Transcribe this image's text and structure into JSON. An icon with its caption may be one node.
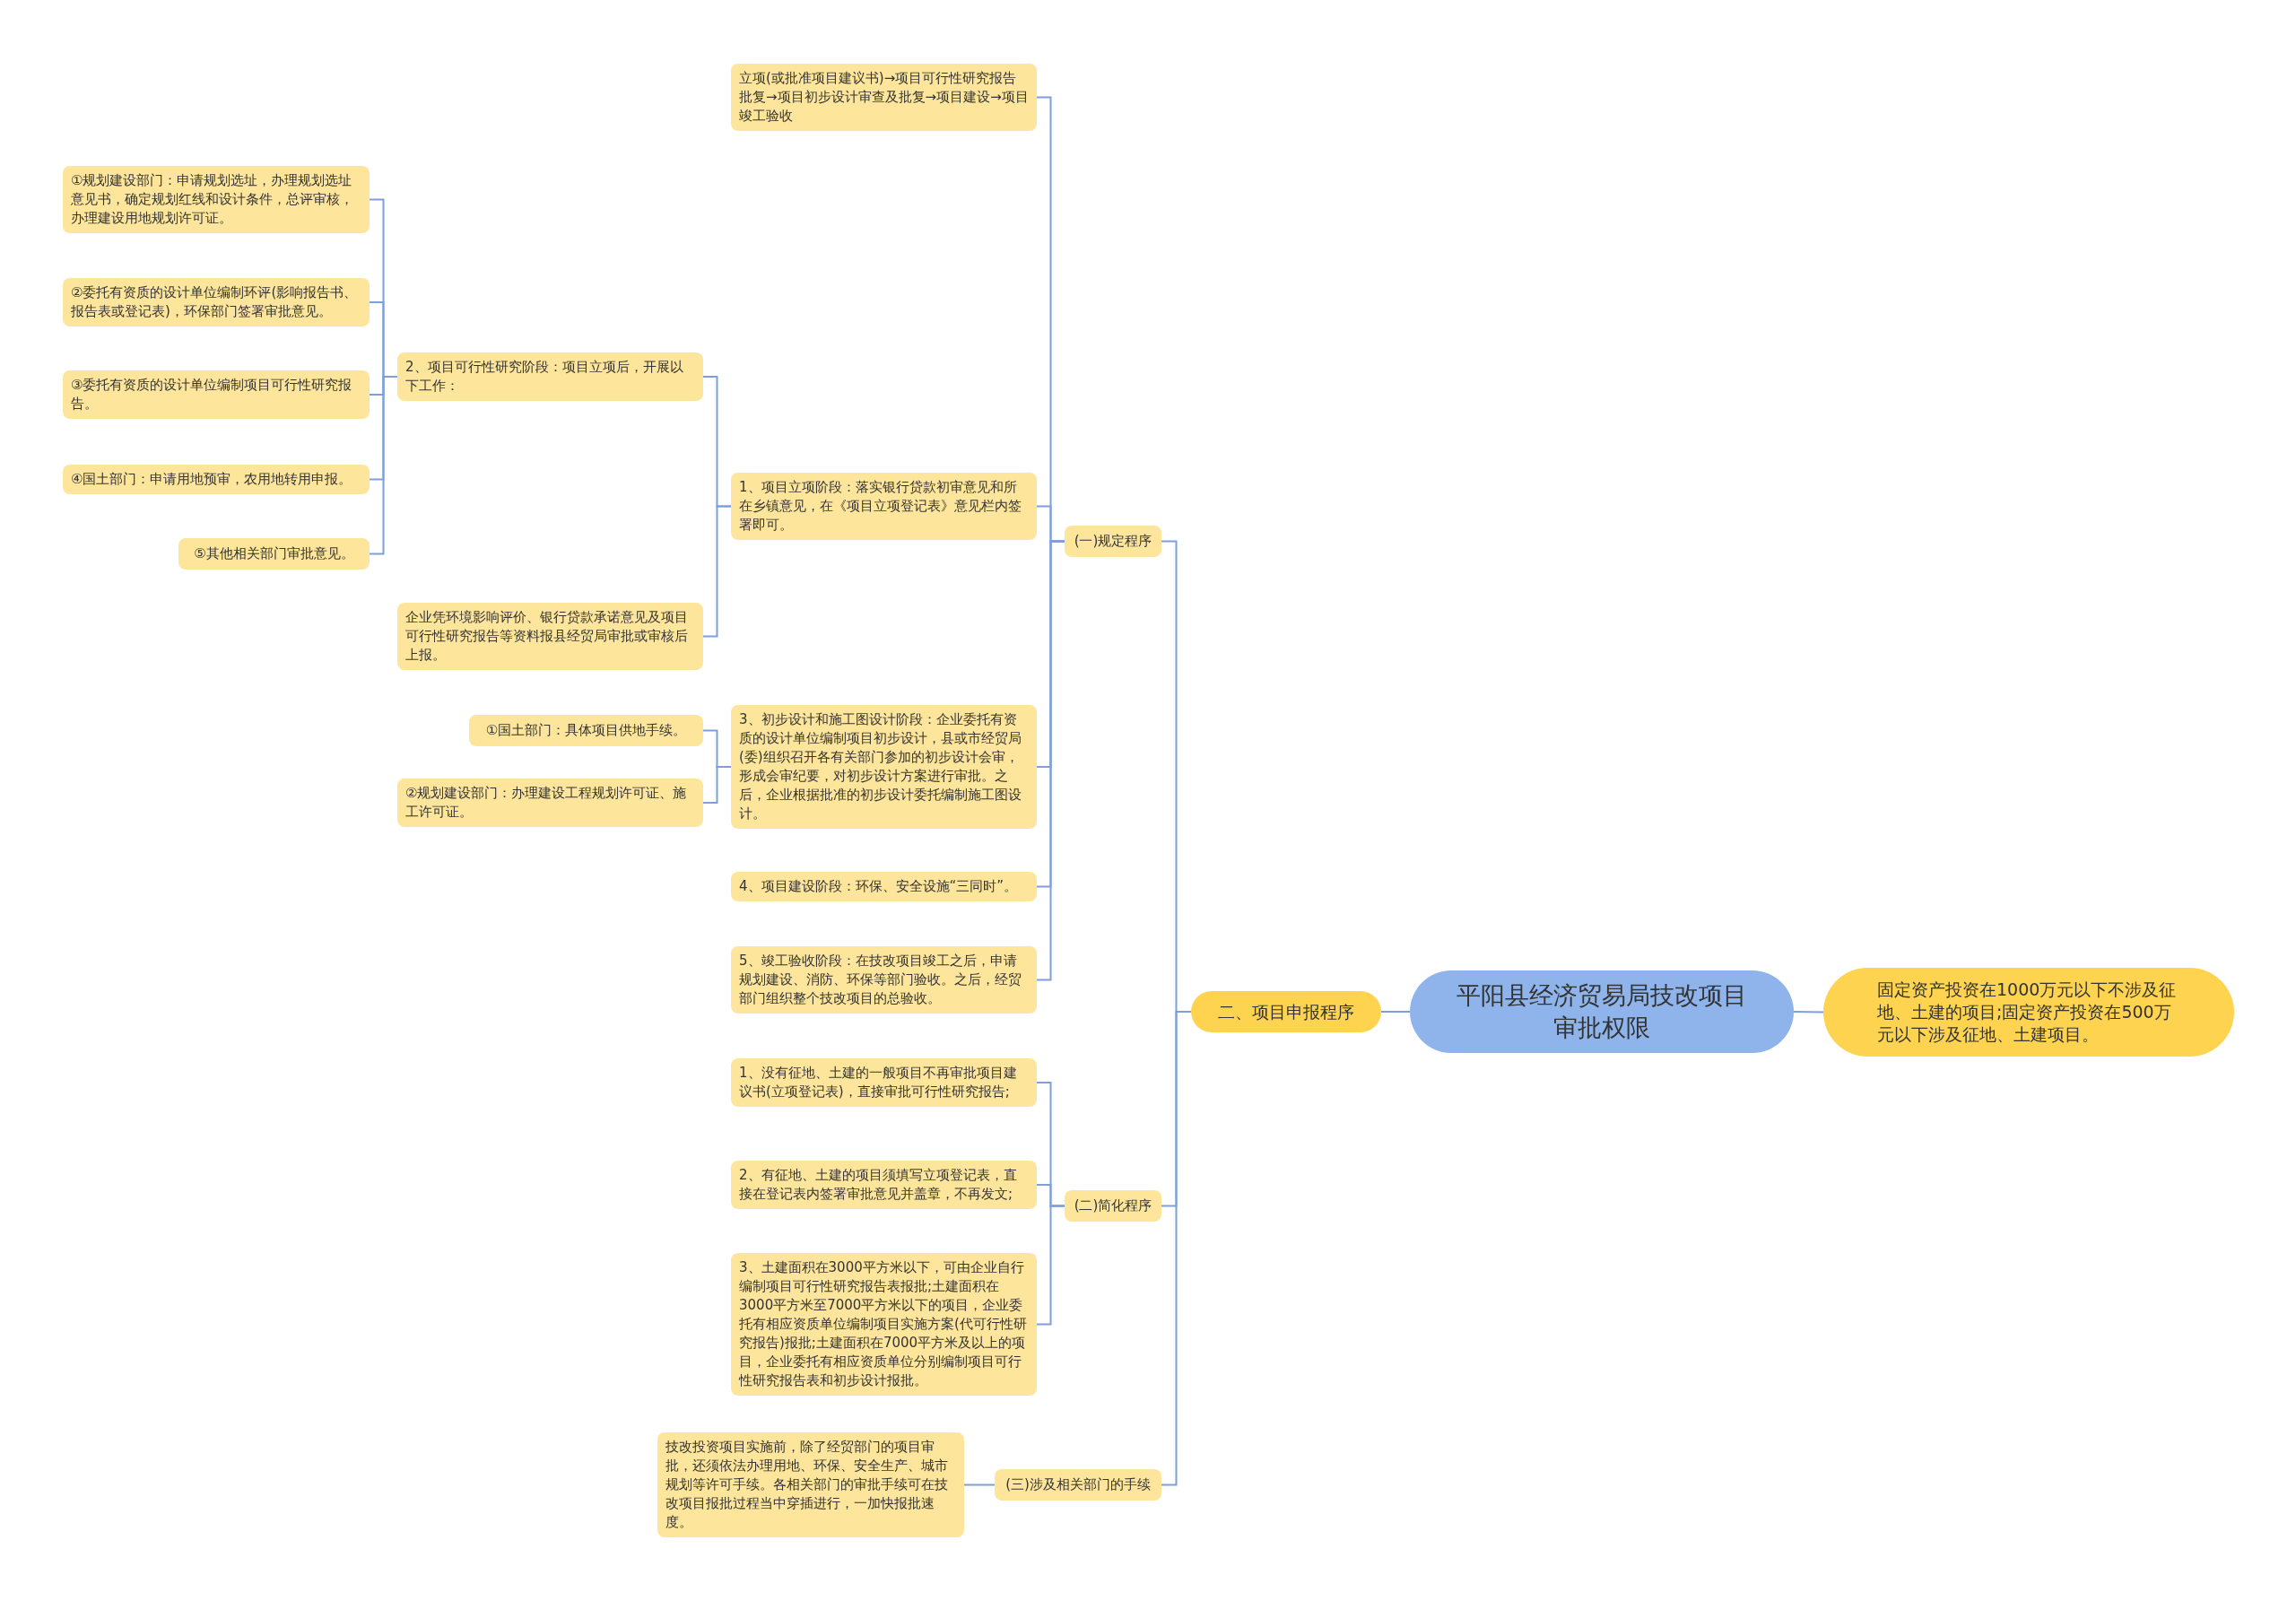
{
  "diagram": {
    "nodes": [
      {
        "text": [
          "平阳县经济贸易局技改项目审批权限"
        ]
      },
      {
        "text": [
          "固定资产投资在1000万元以下不涉及征地、土建的项目;固定资产投资在500万元以下涉及征地、土建项目。"
        ]
      },
      {
        "text": [
          "二、项目申报程序"
        ]
      },
      {
        "text": [
          "(一)规定程序"
        ]
      },
      {
        "text": [
          "立项(或批准项目建议书)→项目可行性研究报告批复→项目初步设计审查及批复→项目建设→项目竣工验收"
        ]
      },
      {
        "text": [
          "1、项目立项阶段：落实银行贷款初审意见和所在乡镇意见，在《项目立项登记表》意见栏内签署即可。"
        ]
      },
      {
        "text": [
          "2、项目可行性研究阶段：项目立项后，开展以下工作："
        ]
      },
      {
        "text": [
          "①规划建设部门：申请规划选址，办理规划选址意见书，确定规划红线和设计条件，总评审核，办理建设用地规划许可证。"
        ]
      },
      {
        "text": [
          "②委托有资质的设计单位编制环评(影响报告书、报告表或登记表)，环保部门签署审批意见。"
        ]
      },
      {
        "text": [
          "③委托有资质的设计单位编制项目可行性研究报告。"
        ]
      },
      {
        "text": [
          "④国土部门：申请用地预审，农用地转用申报。"
        ]
      },
      {
        "text": [
          "⑤其他相关部门审批意见。"
        ]
      },
      {
        "text": [
          "企业凭环境影响评价、银行贷款承诺意见及项目可行性研究报告等资料报县经贸局审批或审核后上报。"
        ]
      },
      {
        "text": [
          "3、初步设计和施工图设计阶段：企业委托有资质的设计单位编制项目初步设计，县或市经贸局(委)组织召开各有关部门参加的初步设计会审，形成会审纪要，对初步设计方案进行审批。之后，企业根据批准的初步设计委托编制施工图设计。"
        ]
      },
      {
        "text": [
          "①国土部门：具体项目供地手续。"
        ]
      },
      {
        "text": [
          "②规划建设部门：办理建设工程规划许可证、施工许可证。"
        ]
      },
      {
        "text": [
          "4、项目建设阶段：环保、安全设施“三同时”。"
        ]
      },
      {
        "text": [
          "5、竣工验收阶段：在技改项目竣工之后，申请规划建设、消防、环保等部门验收。之后，经贸部门组织整个技改项目的总验收。"
        ]
      },
      {
        "text": [
          "(二)简化程序"
        ]
      },
      {
        "text": [
          "1、没有征地、土建的一般项目不再审批项目建议书(立项登记表)，直接审批可行性研究报告;"
        ]
      },
      {
        "text": [
          "2、有征地、土建的项目须填写立项登记表，直接在登记表内签署审批意见并盖章，不再发文;"
        ]
      },
      {
        "text": [
          "3、土建面积在3000平方米以下，可由企业自行编制项目可行性研究报告表报批;土建面积在3000平方米至7000平方米以下的项目，企业委托有相应资质单位编制项目实施方案(代可行性研究报告)报批;土建面积在7000平方米及以上的项目，企业委托有相应资质单位分别编制项目可行性研究报告表和初步设计报批。"
        ]
      },
      {
        "text": [
          "(三)涉及相关部门的手续"
        ]
      },
      {
        "text": [
          "技改投资项目实施前，除了经贸部门的项目审批，还须依法办理用地、环保、安全生产、城市规划等许可手续。各相关部门的审批手续可在技改项目报批过程当中穿插进行，一加快报批速度。"
        ]
      }
    ],
    "edges": [
      {
        "from": 0,
        "to": 1,
        "arrow": "none"
      },
      {
        "from": 0,
        "to": 2,
        "arrow": "none"
      },
      {
        "from": 2,
        "to": 3,
        "arrow": "none"
      },
      {
        "from": 3,
        "to": 4,
        "arrow": "none"
      },
      {
        "from": 3,
        "to": 5,
        "arrow": "none"
      },
      {
        "from": 5,
        "to": 6,
        "arrow": "none"
      },
      {
        "from": 6,
        "to": 7,
        "arrow": "none"
      },
      {
        "from": 6,
        "to": 8,
        "arrow": "none"
      },
      {
        "from": 6,
        "to": 9,
        "arrow": "none"
      },
      {
        "from": 6,
        "to": 10,
        "arrow": "none"
      },
      {
        "from": 6,
        "to": 11,
        "arrow": "none"
      },
      {
        "from": 5,
        "to": 12,
        "arrow": "none"
      },
      {
        "from": 3,
        "to": 13,
        "arrow": "none"
      },
      {
        "from": 13,
        "to": 14,
        "arrow": "none"
      },
      {
        "from": 13,
        "to": 15,
        "arrow": "none"
      },
      {
        "from": 3,
        "to": 16,
        "arrow": "none"
      },
      {
        "from": 3,
        "to": 17,
        "arrow": "none"
      },
      {
        "from": 2,
        "to": 18,
        "arrow": "none"
      },
      {
        "from": 18,
        "to": 19,
        "arrow": "none"
      },
      {
        "from": 18,
        "to": 20,
        "arrow": "none"
      },
      {
        "from": 18,
        "to": 21,
        "arrow": "none"
      },
      {
        "from": 2,
        "to": 22,
        "arrow": "none"
      },
      {
        "from": 22,
        "to": 23,
        "arrow": "none"
      }
    ]
  }
}
